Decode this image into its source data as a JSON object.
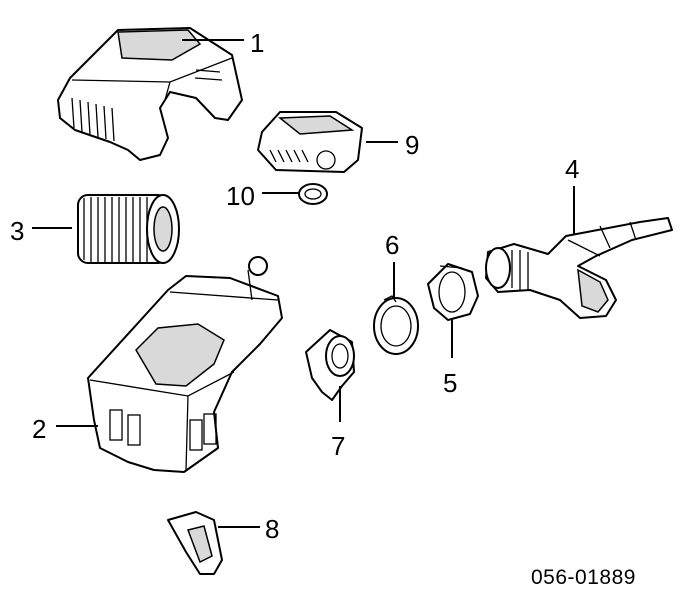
{
  "diagram": {
    "callouts": [
      "1",
      "2",
      "3",
      "4",
      "5",
      "6",
      "7",
      "8",
      "9",
      "10"
    ],
    "part_number": "056-01889"
  }
}
